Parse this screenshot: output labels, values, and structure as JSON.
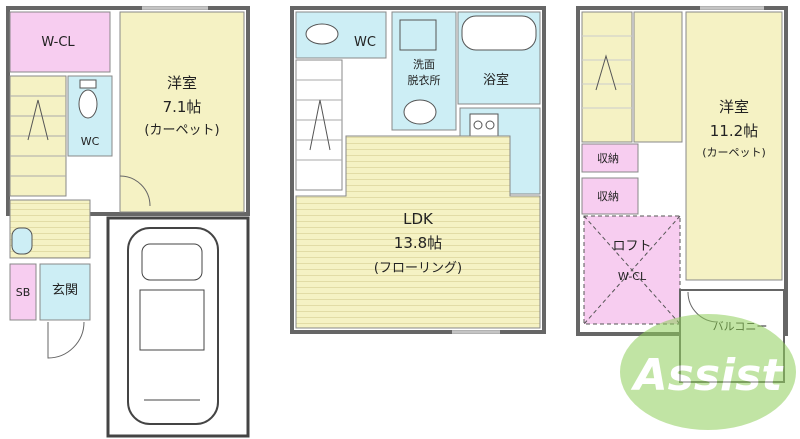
{
  "floor1": {
    "wcl": "W-CL",
    "western_room": {
      "name": "洋室",
      "size": "7.1帖",
      "floor": "(カーペット)"
    },
    "wc": "WC",
    "sb": "SB",
    "entrance": "玄関"
  },
  "floor2": {
    "wc": "WC",
    "washroom_line1": "洗面",
    "washroom_line2": "脱衣所",
    "bath": "浴室",
    "ldk": {
      "name": "LDK",
      "size": "13.8帖",
      "floor": "(フローリング)"
    }
  },
  "floor3": {
    "western_room": {
      "name": "洋室",
      "size": "11.2帖",
      "floor": "(カーペット)"
    },
    "storage1": "収納",
    "storage2": "収納",
    "loft": "ロフト",
    "loft_wcl": "W-CL",
    "balcony": "バルコニー"
  },
  "watermark": {
    "text": "Assist"
  },
  "colors": {
    "room_yellow": "#f5f2c4",
    "closet_pink": "#f7cdf0",
    "wet_blue": "#cdeef5",
    "wall": "#666666",
    "watermark_green": "#8fcf5a"
  }
}
